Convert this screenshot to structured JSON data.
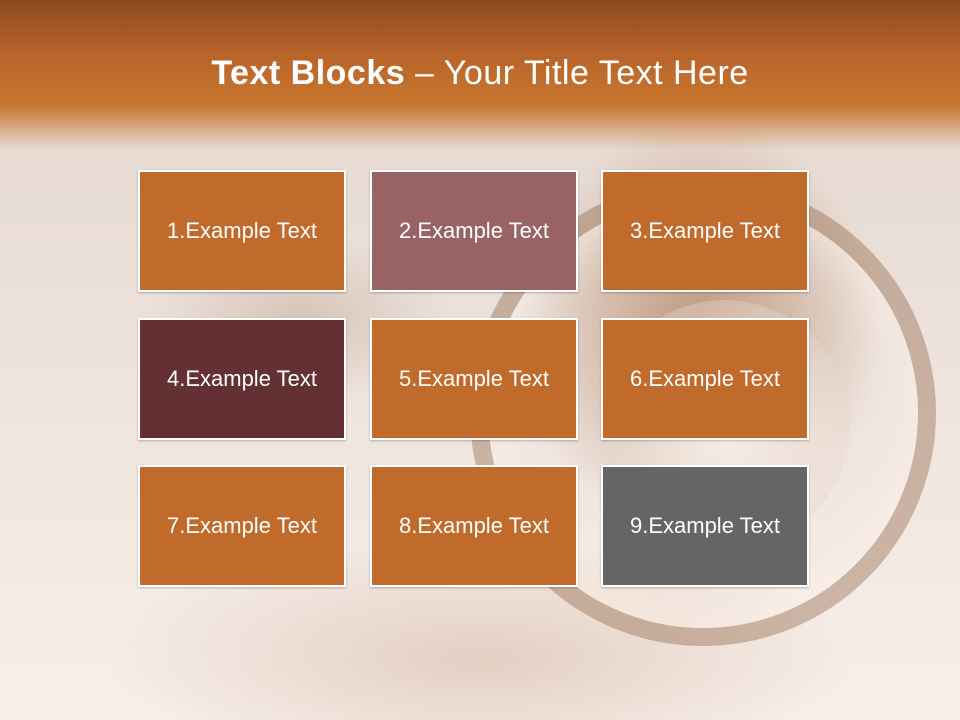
{
  "title": {
    "bold": "Text Blocks",
    "dash": "–",
    "rest": "Your Title Text Here"
  },
  "blocks": [
    {
      "label": "1.Example Text",
      "color": "#c06a2b"
    },
    {
      "label": "2.Example Text",
      "color": "#996366"
    },
    {
      "label": "3.Example Text",
      "color": "#c06a2b"
    },
    {
      "label": "4.Example Text",
      "color": "#633034"
    },
    {
      "label": "5.Example Text",
      "color": "#c06a2b"
    },
    {
      "label": "6.Example Text",
      "color": "#c06a2b"
    },
    {
      "label": "7.Example Text",
      "color": "#c06a2b"
    },
    {
      "label": "8.Example Text",
      "color": "#c06a2b"
    },
    {
      "label": "9.Example Text",
      "color": "#656565"
    }
  ],
  "colors": {
    "title_bar": "#c06a2b",
    "title_text": "#ffffff",
    "block_border": "#ffffff"
  }
}
